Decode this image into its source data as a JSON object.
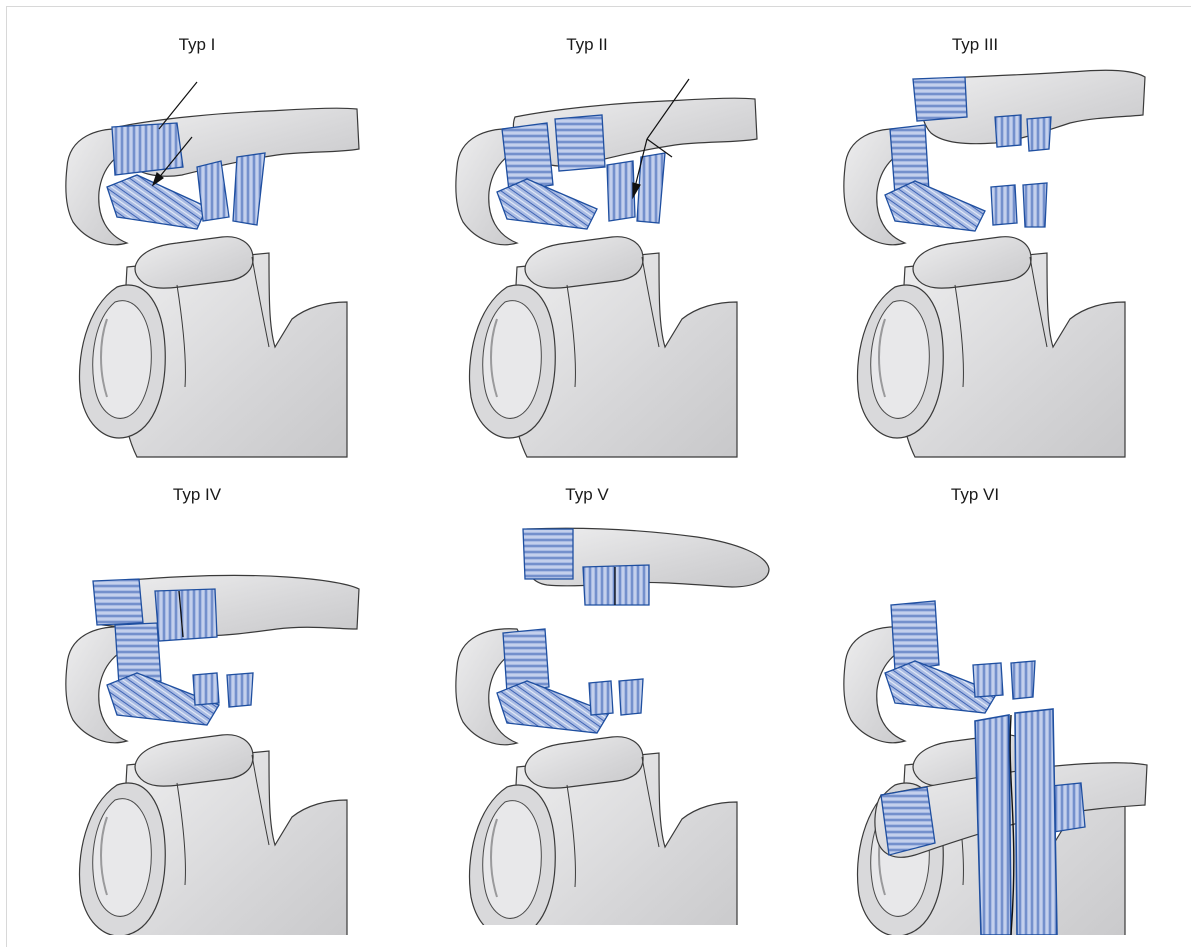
{
  "figure": {
    "panels": [
      {
        "id": "typ-1",
        "label": "Typ I"
      },
      {
        "id": "typ-2",
        "label": "Typ II"
      },
      {
        "id": "typ-3",
        "label": "Typ III"
      },
      {
        "id": "typ-4",
        "label": "Typ IV"
      },
      {
        "id": "typ-5",
        "label": "Typ V"
      },
      {
        "id": "typ-6",
        "label": "Typ VI"
      }
    ]
  },
  "colors": {
    "bone_fill": "#dcdcde",
    "bone_stroke": "#3a3a3a",
    "ligament_fill": "#8ea6d8",
    "ligament_stroke": "#1f4fa0",
    "background": "#ffffff"
  }
}
